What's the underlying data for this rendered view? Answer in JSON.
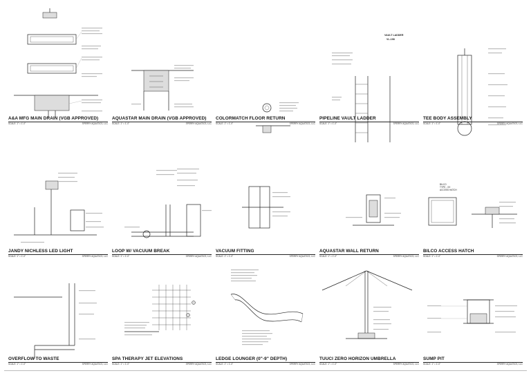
{
  "details": [
    {
      "title": "A&A MFG MAIN DRAIN (VGB APPROVED)",
      "scale": "SCALE: 1\" = 1'-0\"",
      "brand": "SPERRY AQUATICS, LLC"
    },
    {
      "title": "AQUASTAR MAIN DRAIN (VGB APPROVED)",
      "scale": "SCALE: 1\" = 1'-0\"",
      "brand": "SPERRY AQUATICS, LLC"
    },
    {
      "title": "COLORMATCH FLOOR RETURN",
      "scale": "SCALE: 1\" = 1'-0\"",
      "brand": "SPERRY AQUATICS, LLC"
    },
    {
      "title": "PIPELINE VAULT LADDER",
      "scale": "SCALE: 1\" = 1'-0\"",
      "brand": "SPERRY AQUATICS, LLC"
    },
    {
      "title": "TEE BODY ASSEMBLY",
      "scale": "SCALE: 1\" = 1'-0\"",
      "brand": "SPERRY AQUATICS, LLC"
    },
    {
      "title": "JANDY NICHLESS LED LIGHT",
      "scale": "SCALE: 1\" = 1'-0\"",
      "brand": "SPERRY AQUATICS, LLC"
    },
    {
      "title": "LOOP W/ VACUUM BREAK",
      "scale": "SCALE: 1\" = 1'-0\"",
      "brand": "SPERRY AQUATICS, LLC"
    },
    {
      "title": "VACUUM FITTING",
      "scale": "SCALE: 1\" = 1'-0\"",
      "brand": "SPERRY AQUATICS, LLC"
    },
    {
      "title": "AQUASTAR WALL RETURN",
      "scale": "SCALE: 1\" = 1'-0\"",
      "brand": "SPERRY AQUATICS, LLC"
    },
    {
      "title": "BILCO ACCESS HATCH",
      "scale": "SCALE: 1\" = 1'-0\"",
      "brand": "SPERRY AQUATICS, LLC"
    },
    {
      "title": "OVERFLOW TO WASTE",
      "scale": "SCALE: 1\" = 1'-0\"",
      "brand": "SPERRY AQUATICS, LLC"
    },
    {
      "title": "SPA THERAPY JET ELEVATIONS",
      "scale": "SCALE: 1\" = 1'-0\"",
      "brand": "SPERRY AQUATICS, LLC"
    },
    {
      "title": "LEDGE LOUNGER (0\"-9\" DEPTH)",
      "scale": "SCALE: 1\" = 1'-0\"",
      "brand": "SPERRY AQUATICS, LLC"
    },
    {
      "title": "TUUCI ZERO HORIZON UMBRELLA",
      "scale": "SCALE: 1\" = 1'-0\"",
      "brand": "SPERRY AQUATICS, LLC"
    },
    {
      "title": "SUMP PIT",
      "scale": "SCALE: 1\" = 1'-0\"",
      "brand": "SPERRY AQUATICS, LLC"
    }
  ],
  "vault_ladder_note": {
    "line1": "VAULT LADDER",
    "line2": "VL-198"
  },
  "hatch_note": {
    "line1": "BILCO",
    "line2": "TYPE - XX",
    "line3": "ACCESS HATCH"
  },
  "colors": {
    "ink": "#111111",
    "line": "#222222",
    "annotation": "#bbbbbb"
  }
}
